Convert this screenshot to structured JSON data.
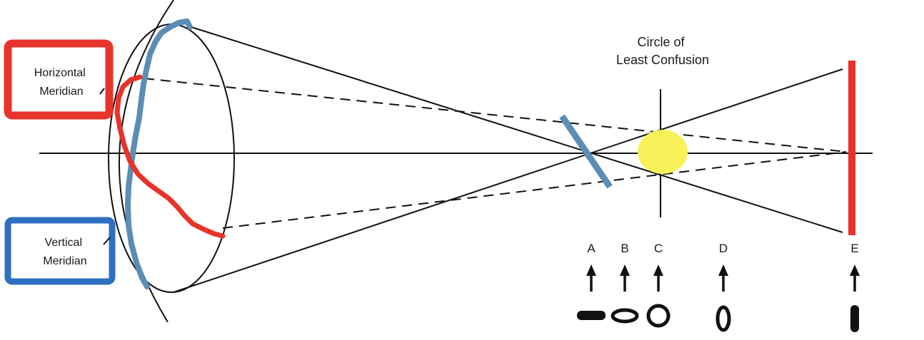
{
  "labels": {
    "horizontal_meridian": [
      "Horizontal",
      "Meridian"
    ],
    "vertical_meridian": [
      "Vertical",
      "Meridian"
    ],
    "circle_title": [
      "Circle of",
      "Least Confusion"
    ]
  },
  "positions": [
    {
      "letter": "A",
      "image_shape": "horizontal-line"
    },
    {
      "letter": "B",
      "image_shape": "horizontal-ellipse"
    },
    {
      "letter": "C",
      "image_shape": "circle"
    },
    {
      "letter": "D",
      "image_shape": "vertical-ellipse"
    },
    {
      "letter": "E",
      "image_shape": "vertical-line"
    }
  ],
  "colors": {
    "horizontal_meridian": "#e8332a",
    "vertical_meridian": "#2f6fbf",
    "vertical_focal_line": "#5b8db5",
    "circle_of_least_confusion": "#f7f25a",
    "lines": "#111111"
  },
  "icons": {
    "arrow": "up-arrow-icon"
  }
}
